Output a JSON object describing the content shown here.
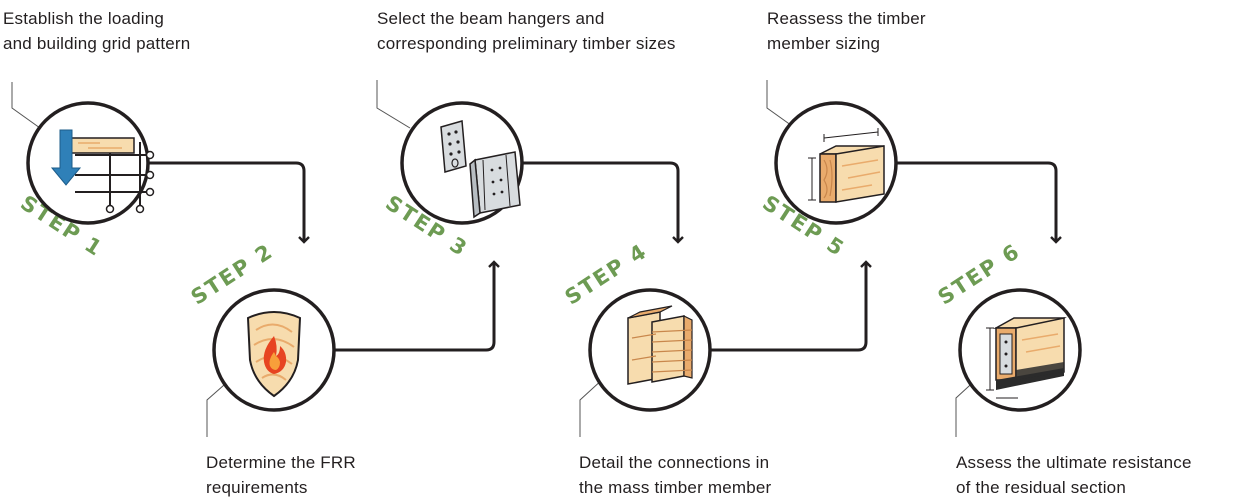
{
  "colors": {
    "step_green": "#6d9b53",
    "outline": "#231f20",
    "wood_light": "#f7dcae",
    "wood_mid": "#e9ab6c",
    "wood_dark": "#c9874c",
    "arrow_blue": "#2f80b8",
    "metal": "#d8dcdf",
    "flame_red": "#e74421",
    "flame_orange": "#f8a03a",
    "char": "#2b2b2b"
  },
  "steps": [
    {
      "label": "STEP 1",
      "icon": "beam-loading-grid-icon",
      "caption": [
        "Establish the loading",
        "and building grid pattern"
      ]
    },
    {
      "label": "STEP 2",
      "icon": "fire-shield-icon",
      "caption": [
        "Determine the FRR",
        "requirements"
      ]
    },
    {
      "label": "STEP 3",
      "icon": "beam-hangers-icon",
      "caption": [
        "Select the beam hangers and",
        "corresponding preliminary timber sizes"
      ]
    },
    {
      "label": "STEP 4",
      "icon": "connection-detail-icon",
      "caption": [
        "Detail the connections in",
        "the mass timber member"
      ]
    },
    {
      "label": "STEP 5",
      "icon": "timber-sizing-icon",
      "caption": [
        "Reassess the timber",
        "member sizing"
      ]
    },
    {
      "label": "STEP 6",
      "icon": "residual-section-icon",
      "caption": [
        "Assess the ultimate resistance",
        "of the residual section"
      ]
    }
  ]
}
